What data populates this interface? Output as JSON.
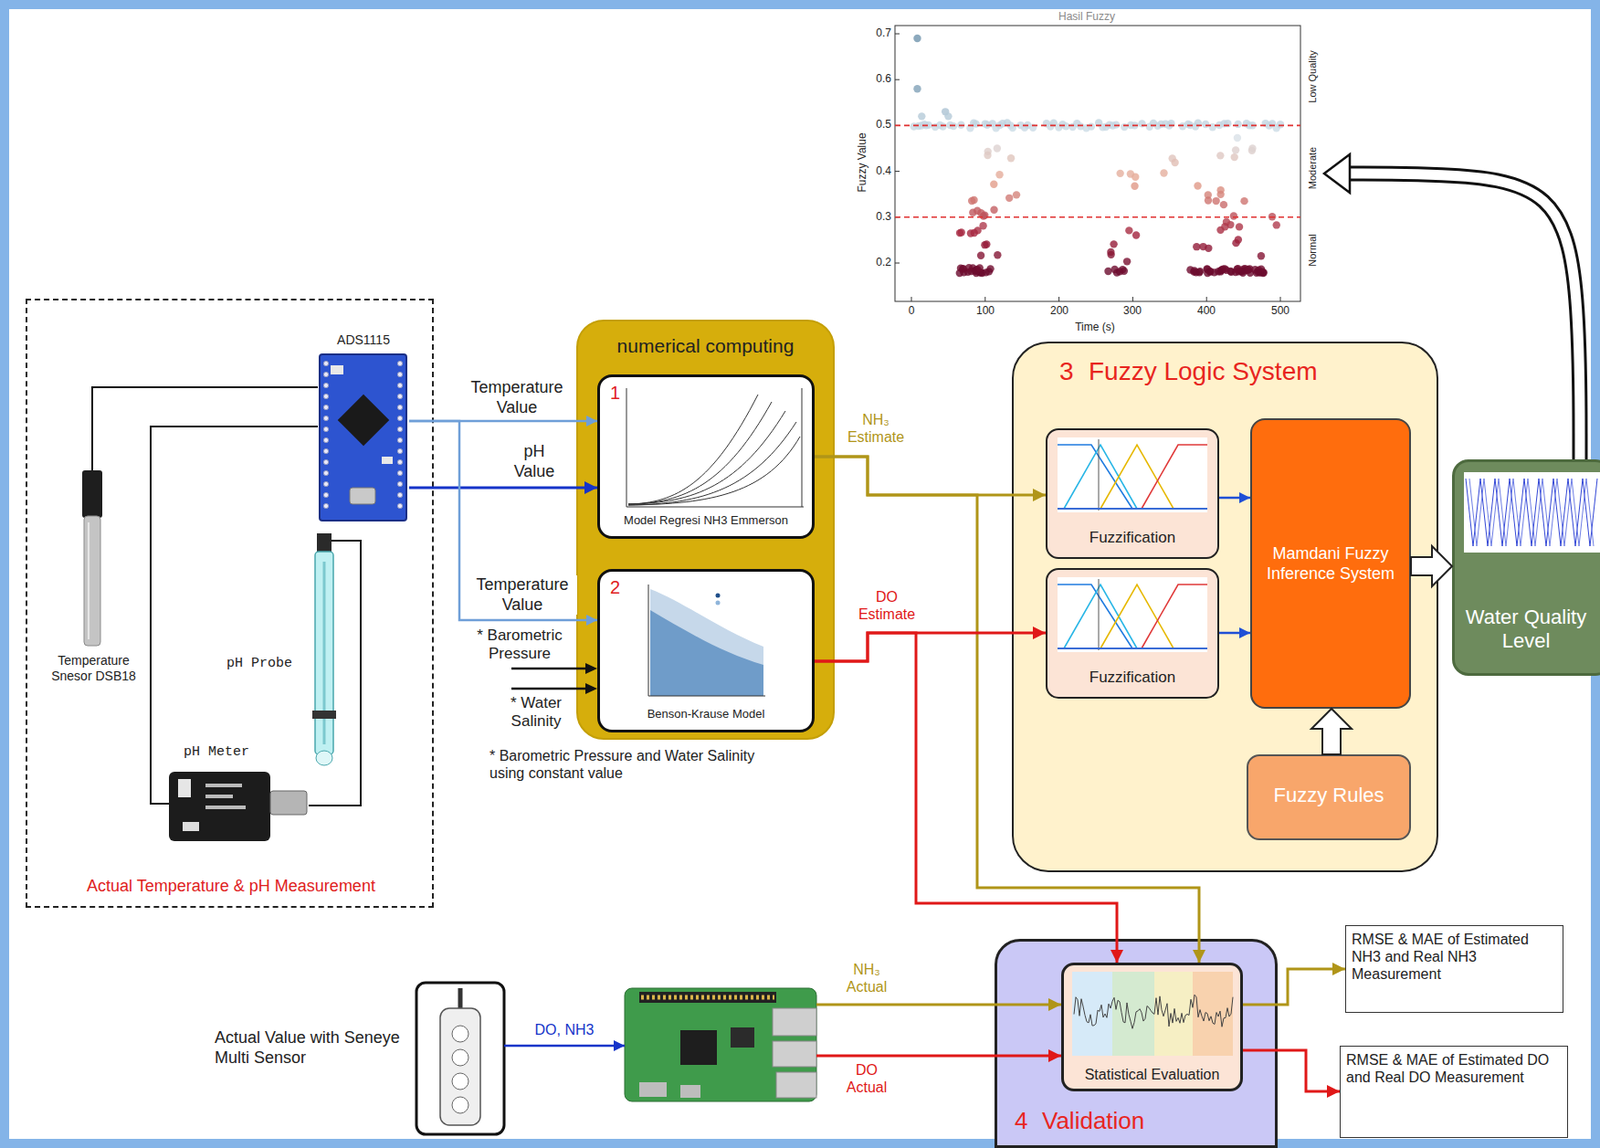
{
  "diagram": {
    "nodes": [
      {
        "text": [
          "Actual Temperature & pH Measurement"
        ]
      },
      {
        "text": [
          "ADS1115"
        ],
        "in": 0
      },
      {
        "text": [
          "Temperature Snesor DSB18"
        ],
        "in": 0
      },
      {
        "text": [
          "pH Probe"
        ],
        "in": 0
      },
      {
        "text": [
          "pH Meter"
        ],
        "in": 0
      },
      {
        "text": [
          "numerical computing"
        ]
      },
      {
        "text": [
          "1",
          "Model Regresi NH3 Emmerson"
        ],
        "in": 5
      },
      {
        "text": [
          "2",
          "Benson-Krause Model"
        ],
        "in": 5
      },
      {
        "text": [
          "3",
          "Fuzzy Logic System"
        ]
      },
      {
        "text": [
          "Fuzzification"
        ],
        "in": 8
      },
      {
        "text": [
          "Fuzzification"
        ],
        "in": 8
      },
      {
        "text": [
          "Mamdani Fuzzy Inference System"
        ],
        "in": 8
      },
      {
        "text": [
          "Fuzzy Rules"
        ],
        "in": 8
      },
      {
        "text": [
          "Water Quality Level"
        ]
      },
      {
        "text": [
          "Hasil Fuzzy"
        ]
      },
      {
        "text": [
          "Actual Value with Seneye Multi Sensor"
        ]
      },
      {
        "text": []
      },
      {
        "text": [
          "4",
          "Validation"
        ]
      },
      {
        "text": [
          "Statistical Evaluation"
        ],
        "in": 17
      },
      {
        "text": [
          "RMSE & MAE of Estimated NH3 and Real NH3 Measurement"
        ]
      },
      {
        "text": [
          "RMSE & MAE of Estimated DO and Real DO Measurement"
        ]
      }
    ],
    "edges": [
      {
        "from": 1,
        "to": 6,
        "label": "Temperature Value",
        "arrow": "to"
      },
      {
        "from": 1,
        "to": 6,
        "label": "pH Value",
        "arrow": "to"
      },
      {
        "from": 1,
        "to": 7,
        "label": "Temperature Value",
        "arrow": "to"
      },
      {
        "from": 2,
        "to": 1,
        "arrow": "none"
      },
      {
        "from": 4,
        "to": 1,
        "arrow": "none"
      },
      {
        "from": 3,
        "to": 4,
        "arrow": "none"
      },
      {
        "from": 6,
        "to": 9,
        "label": "NH₃ Estimate",
        "arrow": "to"
      },
      {
        "from": 6,
        "to": 18,
        "arrow": "to"
      },
      {
        "from": 7,
        "to": 10,
        "label": "DO Estimate",
        "arrow": "to"
      },
      {
        "from": 7,
        "to": 18,
        "arrow": "to"
      },
      {
        "from": 9,
        "to": 11,
        "arrow": "to"
      },
      {
        "from": 10,
        "to": 11,
        "arrow": "to"
      },
      {
        "from": 12,
        "to": 11,
        "arrow": "to"
      },
      {
        "from": 11,
        "to": 13,
        "arrow": "to"
      },
      {
        "from": 13,
        "to": 14,
        "arrow": "to"
      },
      {
        "from": 15,
        "to": 16,
        "label": "DO, NH3",
        "arrow": "to"
      },
      {
        "from": 16,
        "to": 18,
        "label": "NH₃ Actual",
        "arrow": "to"
      },
      {
        "from": 16,
        "to": 18,
        "label": "DO Actual",
        "arrow": "to"
      },
      {
        "from": 18,
        "to": 19,
        "arrow": "to"
      },
      {
        "from": 18,
        "to": 20,
        "arrow": "to"
      }
    ],
    "labels": [
      "* Barometric Pressure",
      "* Water Salinity",
      "* Barometric Pressure and Water Salinity using constant value",
      "Fuzzy Value",
      "Time (s)",
      "Low Quality",
      "Moderate",
      "Normal",
      "0.7",
      "0.6",
      "0.5",
      "0.4",
      "0.3",
      "0.2",
      "0",
      "100",
      "200",
      "300",
      "400",
      "500"
    ]
  }
}
